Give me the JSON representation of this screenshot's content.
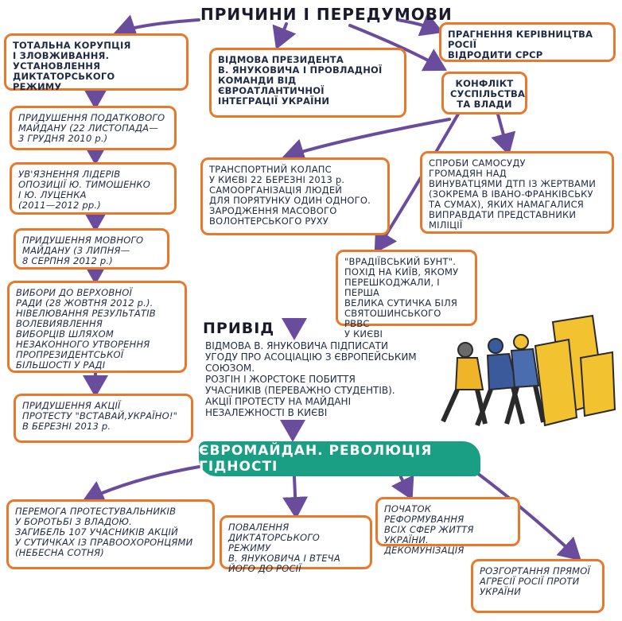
{
  "title": "ПРИЧИНИ І ПЕРЕДУМОВИ",
  "causes": {
    "corruption": "ТОТАЛЬНА КОРУПЦІЯ\nІ ЗЛОВЖИВАННЯ.\nУСТАНОВЛЕННЯ ДИКТАТОРСЬКОГО\nРЕЖИМУ",
    "refusal": "ВІДМОВА ПРЕЗИДЕНТА\nВ. ЯНУКОВИЧА І ПРОВЛАДНОЇ\nКОМАНДИ ВІД\nЄВРОАТЛАНТИЧНОЇ\nІНТЕГРАЦІЇ УКРАЇНИ",
    "russia": "ПРАГНЕННЯ КЕРІВНИЦТВА РОСІЇ\nВІДРОДИТИ СРСР",
    "conflict": "КОНФЛІКТ\nСУСПІЛЬСТВА\nТА ВЛАДИ"
  },
  "left_chain": [
    "ПРИДУШЕННЯ ПОДАТКОВОГО\nМАЙДАНУ (22 ЛИСТОПАДА—\n3 ГРУДНЯ 2010 р.)",
    "УВ'ЯЗНЕННЯ ЛІДЕРІВ\nОПОЗИЦІЇ Ю. ТИМОШЕНКО\nІ Ю. ЛУЦЕНКА\n(2011—2012 рр.)",
    "ПРИДУШЕННЯ МОВНОГО\nМАЙДАНУ (3 ЛИПНЯ—\n8 СЕРПНЯ 2012 р.)",
    "ВИБОРИ ДО ВЕРХОВНОЇ\nРАДИ (28 ЖОВТНЯ 2012 р.).\nНІВЕЛЮВАННЯ РЕЗУЛЬТАТІВ\nВОЛЕВИЯВЛЕННЯ\nВИБОРЦІВ ШЛЯХОМ\nНЕЗАКОННОГО УТВОРЕННЯ\nПРОПРЕЗИДЕНТСЬКОЇ\nБІЛЬШОСТІ У РАДІ",
    "ПРИДУШЕННЯ АКЦІЇ\nПРОТЕСТУ \"ВСТАВАЙ,УКРАЇНО!\"\nВ БЕРЕЗНІ 2013 р."
  ],
  "conflict_results": {
    "transport": "ТРАНСПОРТНИЙ КОЛАПС\nУ КИЄВІ 22 БЕРЕЗНІ 2013 р.\nСАМООРГАНІЗАЦІЯ ЛЮДЕЙ\nДЛЯ ПОРЯТУНКУ ОДИН ОДНОГО.\nЗАРОДЖЕННЯ МАСОВОГО\nВОЛОНТЕРСЬКОГО РУХУ",
    "lynch": "СПРОБИ САМОСУДУ\nГРОМАДЯН НАД\nВИНУВАТЦЯМИ ДТП ІЗ ЖЕРТВАМИ\n(ЗОКРЕМА В ІВАНО-ФРАНКІВСЬКУ\nТА СУМАХ), ЯКИХ НАМАГАЛИСЯ\nВИПРАВДАТИ ПРЕДСТАВНИКИ\nМІЛІЦІЇ",
    "vradiivka": "\"ВРАДІЇВСЬКИЙ БУНТ\".\nПОХІД НА КИЇВ, ЯКОМУ\nПЕРЕШКОДЖАЛИ, І ПЕРША\nВЕЛИКА СУТИЧКА БІЛЯ\nСВЯТОШИНСЬКОГО РВВС\nУ КИЄВІ"
  },
  "pretext": {
    "heading": "ПРИВІД",
    "text": "ВІДМОВА В. ЯНУКОВИЧА ПІДПИСАТИ\nУГОДУ ПРО АСОЦІАЦІЮ З ЄВРОПЕЙСЬКИМ\nСОЮЗОМ.\nРОЗГІН І ЖОРСТОКЕ ПОБИТТЯ\nУЧАСНИКІВ (ПЕРЕВАЖНО СТУДЕНТІВ).\nАКЦІЇ ПРОТЕСТУ НА МАЙДАНІ\nНЕЗАЛЕЖНОСТІ В КИЄВІ"
  },
  "banner": "ЄВРОМАЙДАН. РЕВОЛЮЦІЯ ГІДНОСТІ",
  "outcomes": {
    "victory": "ПЕРЕМОГА ПРОТЕСТУВАЛЬНИКІВ\nУ БОРОТЬБІ З ВЛАДОЮ.\nЗАГИБЕЛЬ 107 УЧАСНИКІВ АКЦІЙ\nУ СУТИЧКАХ ІЗ ПРАВООХОРОНЦЯМИ\n(НЕБЕСНА СОТНЯ)",
    "overthrow": "ПОВАЛЕННЯ\nДИКТАТОРСЬКОГО РЕЖИМУ\nВ. ЯНУКОВИЧА І ВТЕЧА\nЙОГО ДО РОСІЇ",
    "reform": "ПОЧАТОК РЕФОРМУВАННЯ\nВСІХ СФЕР ЖИТТЯ\nУКРАЇНИ. ДЕКОМУНІЗАЦІЯ",
    "aggression": "РОЗГОРТАННЯ ПРЯМОЇ\nАГРЕСІЇ РОСІЇ ПРОТИ\nУКРАЇНИ"
  },
  "colors": {
    "box_border": "#e8782c",
    "arrow": "#6a4c9c",
    "banner": "#1a9e84",
    "text": "#1f2a44"
  }
}
